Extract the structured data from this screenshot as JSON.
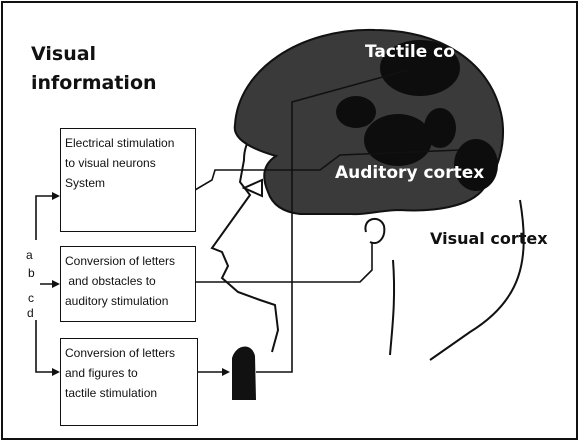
{
  "title": {
    "line1": "Visual",
    "line2": "information"
  },
  "regions": {
    "tactile": "Tactile co",
    "auditory": "Auditory cortex",
    "visual": "Visual cortex"
  },
  "boxes": [
    {
      "lines": [
        "Electrical stimulation",
        "to visual neurons",
        "System"
      ]
    },
    {
      "lines": [
        "Conversion of letters",
        " and obstacles to",
        "auditory stimulation"
      ]
    },
    {
      "lines": [
        "Conversion of letters",
        "and figures to",
        "tactile stimulation"
      ]
    }
  ],
  "letters": [
    "a",
    "b",
    "c",
    "d"
  ],
  "colors": {
    "brain": "#3a3a3a",
    "dark_region": "#0d0d0d",
    "line": "#111111"
  }
}
